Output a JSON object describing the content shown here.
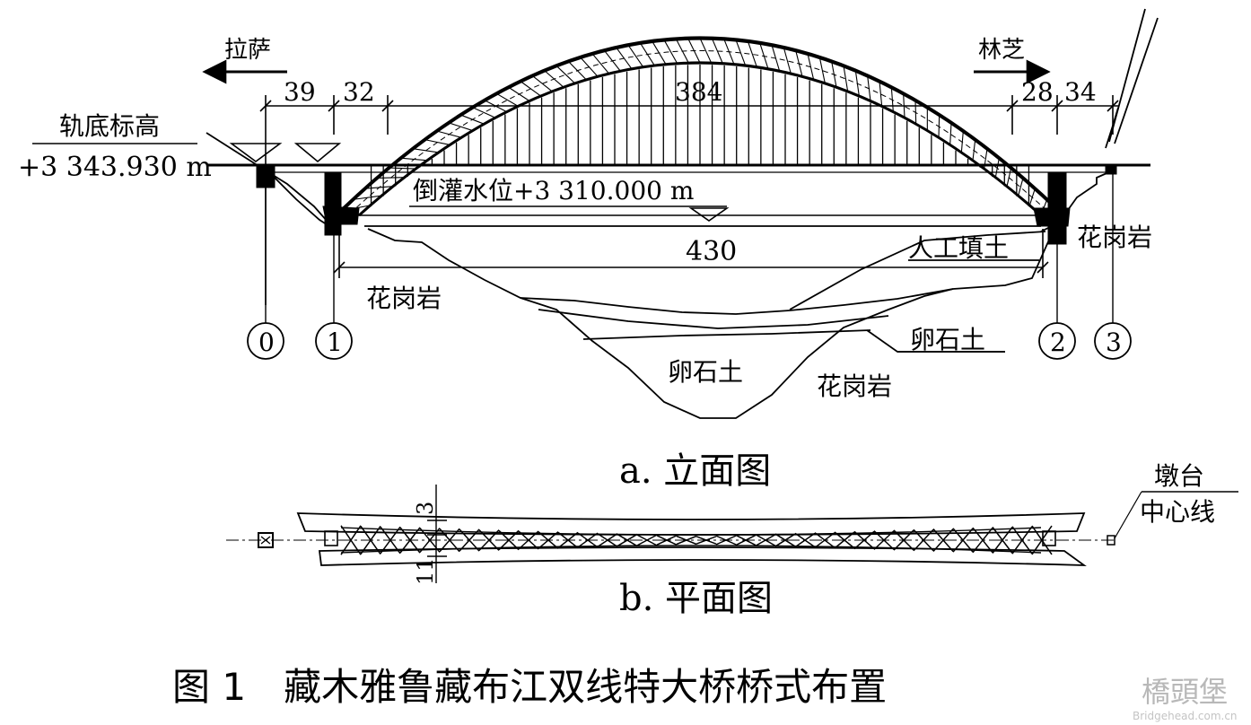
{
  "elevation": {
    "to_left": "拉萨",
    "to_right": "林芝",
    "rail_label": "轨底标高",
    "rail_elev": "+3 343.930 m",
    "water_level": "倒灌水位+3 310.000 m",
    "dims": {
      "a": "39",
      "b": "32",
      "c": "384",
      "d": "28",
      "e": "34",
      "span": "430"
    },
    "rock_left": "花岗岩",
    "rock_right": "花岗岩",
    "rock_bottom": "花岗岩",
    "fill_soil": "人工填土",
    "pebble_1": "卵石土",
    "pebble_2": "卵石土",
    "piers": [
      "0",
      "1",
      "2",
      "3"
    ],
    "caption": "a. 立面图"
  },
  "plan": {
    "dim_top": "3",
    "dim_side": "11",
    "centerline_1": "墩台",
    "centerline_2": "中心线",
    "caption": "b. 平面图"
  },
  "figure_title": "图 1　藏木雅鲁藏布江双线特大桥桥式布置",
  "watermark": {
    "brand": "橋頭堡",
    "url": "Bridgehead.com.cn"
  }
}
